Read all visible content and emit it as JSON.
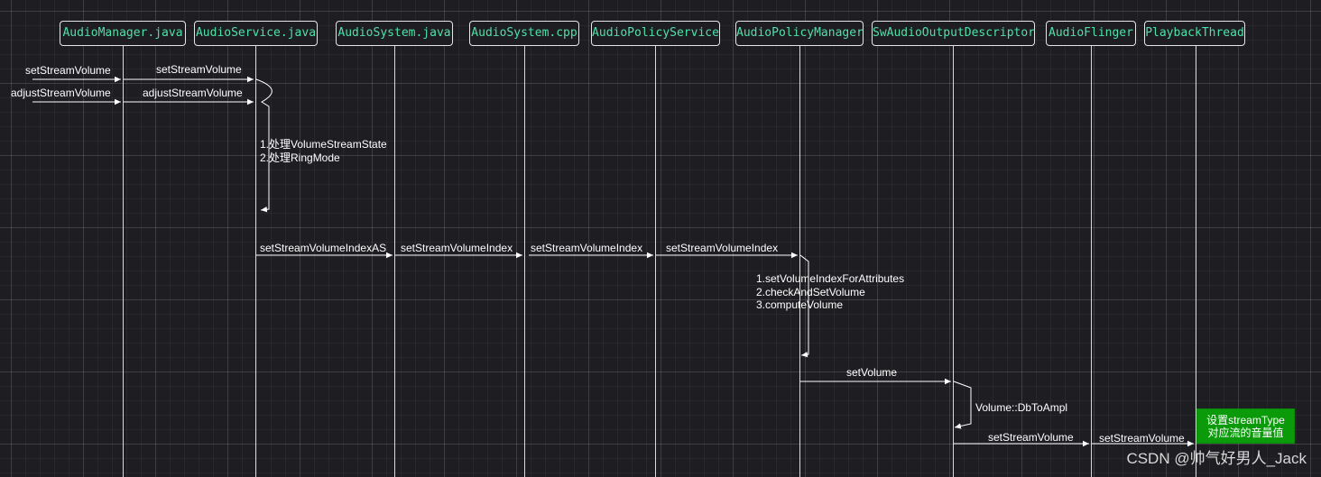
{
  "actors": [
    {
      "id": "am",
      "label": "AudioManager.java"
    },
    {
      "id": "as",
      "label": "AudioService.java"
    },
    {
      "id": "asj",
      "label": "AudioSystem.java"
    },
    {
      "id": "asc",
      "label": "AudioSystem.cpp"
    },
    {
      "id": "aps",
      "label": "AudioPolicyService"
    },
    {
      "id": "apm",
      "label": "AudioPolicyManager"
    },
    {
      "id": "swd",
      "label": "SwAudioOutputDescriptor"
    },
    {
      "id": "af",
      "label": "AudioFlinger"
    },
    {
      "id": "pt",
      "label": "PlaybackThread"
    }
  ],
  "messages": [
    {
      "id": "m1",
      "label": "setStreamVolume"
    },
    {
      "id": "m2",
      "label": "setStreamVolume"
    },
    {
      "id": "m3",
      "label": "adjustStreamVolume"
    },
    {
      "id": "m4",
      "label": "adjustStreamVolume"
    },
    {
      "id": "m5",
      "label": "setStreamVolumeIndexAS"
    },
    {
      "id": "m6",
      "label": "setStreamVolumeIndex"
    },
    {
      "id": "m7",
      "label": "setStreamVolumeIndex"
    },
    {
      "id": "m8",
      "label": "setStreamVolumeIndex"
    },
    {
      "id": "m9",
      "label": "setVolume"
    },
    {
      "id": "m10",
      "label": "setStreamVolume"
    },
    {
      "id": "m11",
      "label": "setStreamVolume"
    }
  ],
  "notes": {
    "audio_service": [
      "1.处理VolumeStreamState",
      "2.处理RingMode"
    ],
    "audio_policy_manager": [
      "1.setVolumeIndexForAttributes",
      "2.checkAndSetVolume",
      "3.computeVolume"
    ],
    "output_descriptor": [
      "Volume::DbToAmpl"
    ]
  },
  "callout": [
    "设置streamType",
    "对应流的音量值"
  ],
  "watermark": "CSDN @帅气好男人_Jack",
  "colors": {
    "background": "#1e1d22",
    "actor_text": "#4fe0a8",
    "line": "#d9d9d9",
    "callout_fill": "#0a9a0a"
  }
}
